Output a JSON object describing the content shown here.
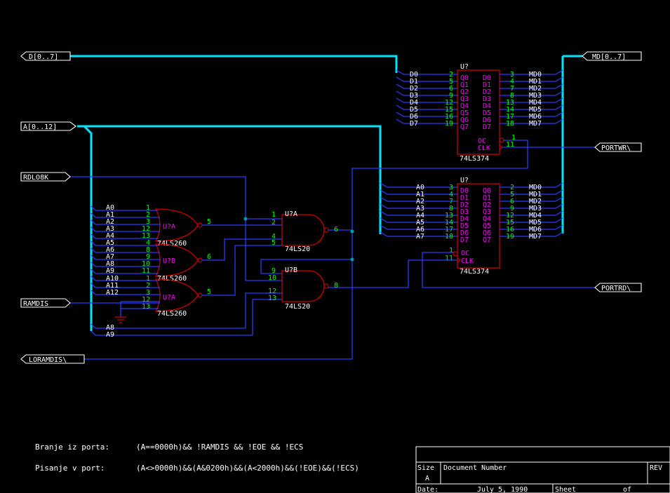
{
  "ports": {
    "d_bus": "D[0..7]",
    "md_bus": "MD[0..7]",
    "a_bus": "A[0..12]",
    "rdlo8k": "RDLO8K",
    "ramdis": "RAMDIS",
    "loramdis": "LORAMDIS\\",
    "portwr": "PORTWR\\",
    "portrd": "PORTRD\\"
  },
  "u_top": {
    "ref": "U?",
    "part": "74LS374",
    "in_nets": [
      "D0",
      "D1",
      "D2",
      "D3",
      "D4",
      "D5",
      "D6",
      "D7"
    ],
    "in_pins": [
      "2",
      "5",
      "6",
      "9",
      "12",
      "15",
      "16",
      "19"
    ],
    "left_names": [
      "Q0",
      "Q1",
      "Q2",
      "Q3",
      "Q4",
      "Q5",
      "Q6",
      "Q7"
    ],
    "right_names": [
      "D0",
      "D1",
      "D2",
      "D3",
      "D4",
      "D5",
      "D6",
      "D7"
    ],
    "out_pins": [
      "3",
      "4",
      "7",
      "8",
      "13",
      "14",
      "17",
      "18"
    ],
    "out_nets": [
      "MD0",
      "MD1",
      "MD2",
      "MD3",
      "MD4",
      "MD5",
      "MD6",
      "MD7"
    ],
    "oc_label": "OC",
    "clk_label": "CLK",
    "oc_pin": "1",
    "clk_pin": "11"
  },
  "u_bot": {
    "ref": "U?",
    "part": "74LS374",
    "in_nets": [
      "A0",
      "A1",
      "A2",
      "A3",
      "A4",
      "A5",
      "A6",
      "A7"
    ],
    "in_pins": [
      "3",
      "4",
      "7",
      "8",
      "13",
      "14",
      "17",
      "18"
    ],
    "left_names": [
      "D0",
      "D1",
      "D2",
      "D3",
      "D4",
      "D5",
      "D6",
      "D7"
    ],
    "right_names": [
      "Q0",
      "Q1",
      "Q2",
      "Q3",
      "Q4",
      "Q5",
      "Q6",
      "Q7"
    ],
    "out_pins": [
      "2",
      "5",
      "6",
      "9",
      "12",
      "15",
      "16",
      "19"
    ],
    "out_nets": [
      "MD0",
      "MD1",
      "MD2",
      "MD3",
      "MD4",
      "MD5",
      "MD6",
      "MD7"
    ],
    "oc_label": "OC",
    "clk_label": "CLK",
    "oc_pin": "1",
    "clk_pin": "11"
  },
  "nor_gates": [
    {
      "ref": "U?A",
      "part": "74LS260",
      "nets": [
        "A0",
        "A1",
        "A2",
        "A3",
        "A4"
      ],
      "pins": [
        "1",
        "2",
        "3",
        "12",
        "13"
      ],
      "out_pin": "5"
    },
    {
      "ref": "U?B",
      "part": "74LS260",
      "nets": [
        "A5",
        "A6",
        "A7",
        "A8",
        "A9"
      ],
      "pins": [
        "4",
        "8",
        "9",
        "10",
        "11"
      ],
      "out_pin": "6"
    },
    {
      "ref": "U?A",
      "part": "74LS260",
      "nets": [
        "A10",
        "A11",
        "A12",
        "",
        ""
      ],
      "pins": [
        "1",
        "2",
        "3",
        "12",
        "13"
      ],
      "out_pin": "5"
    }
  ],
  "nand_gates": [
    {
      "ref": "U?A",
      "part": "74LS20",
      "pins": [
        "1",
        "2",
        "4",
        "5"
      ],
      "out_pin": "6"
    },
    {
      "ref": "U?B",
      "part": "74LS20",
      "pins": [
        "9",
        "10",
        "12",
        "13"
      ],
      "out_pin": "8"
    }
  ],
  "extra_nets": {
    "a8": "A8",
    "a9": "A9"
  },
  "notes": {
    "read_label": "Branje iz porta:",
    "read_expr": "(A==0000h)&& !RAMDIS && !EOE && !ECS",
    "write_label": "Pisanje v port:",
    "write_expr": "(A<>0000h)&&(A&0200h)&&(A<2000h)&&(!EOE)&&(!ECS)"
  },
  "title_block": {
    "size_label": "Size",
    "size_value": "A",
    "doc_label": "Document Number",
    "rev_label": "REV",
    "date_label": "Date:",
    "date_value": "July  5, 1990",
    "sheet_label": "Sheet",
    "of_label": "of"
  }
}
